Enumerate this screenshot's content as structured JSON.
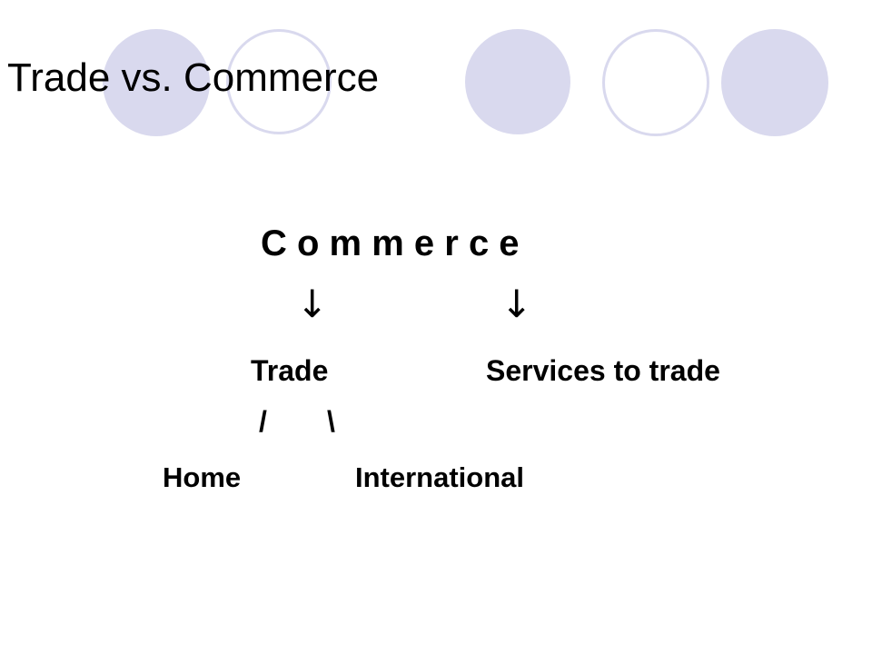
{
  "slide": {
    "title": "Trade vs. Commerce"
  },
  "diagram": {
    "root": "C o m m e r c e",
    "arrow_symbol": "↓",
    "branches": [
      "Trade",
      "Services to trade"
    ],
    "connectors": [
      "/",
      "\\"
    ],
    "trade_children": [
      "Home",
      "International"
    ]
  },
  "colors": {
    "decoration": "#d9d9ee",
    "text": "#000000",
    "background": "#ffffff"
  }
}
